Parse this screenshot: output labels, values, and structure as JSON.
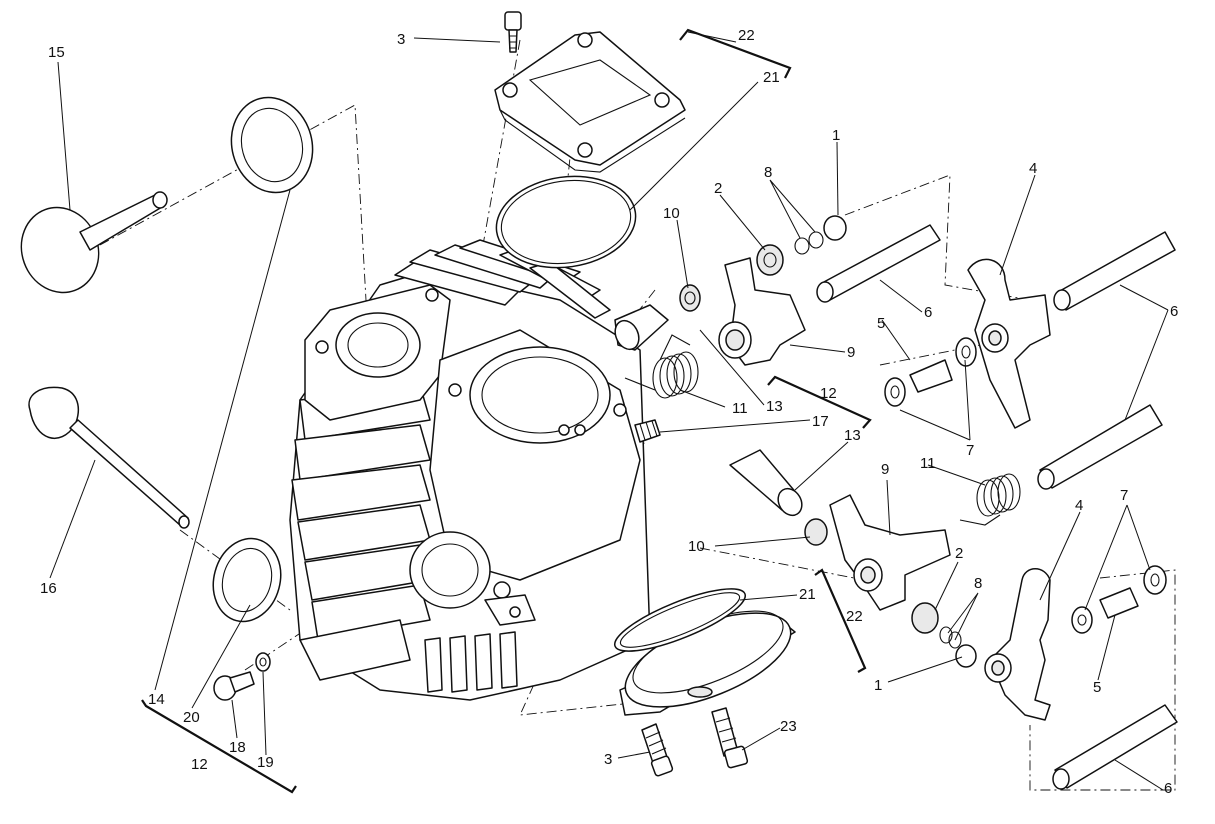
{
  "diagram": {
    "callouts": {
      "c1a": "1",
      "c1b": "1",
      "c2a": "2",
      "c2b": "2",
      "c3a": "3",
      "c3b": "3",
      "c4a": "4",
      "c4b": "4",
      "c5a": "5",
      "c5b": "5",
      "c6a": "6",
      "c6b": "6",
      "c6c": "6",
      "c7a": "7",
      "c7b": "7",
      "c8a": "8",
      "c8b": "8",
      "c9a": "9",
      "c9b": "9",
      "c10a": "10",
      "c10b": "10",
      "c11a": "11",
      "c11b": "11",
      "c12a": "12",
      "c12b": "12",
      "c13a": "13",
      "c13b": "13",
      "c14": "14",
      "c15": "15",
      "c16": "16",
      "c17": "17",
      "c18": "18",
      "c19": "19",
      "c20": "20",
      "c21a": "21",
      "c21b": "21",
      "c22a": "22",
      "c22b": "22",
      "c23": "23"
    }
  }
}
